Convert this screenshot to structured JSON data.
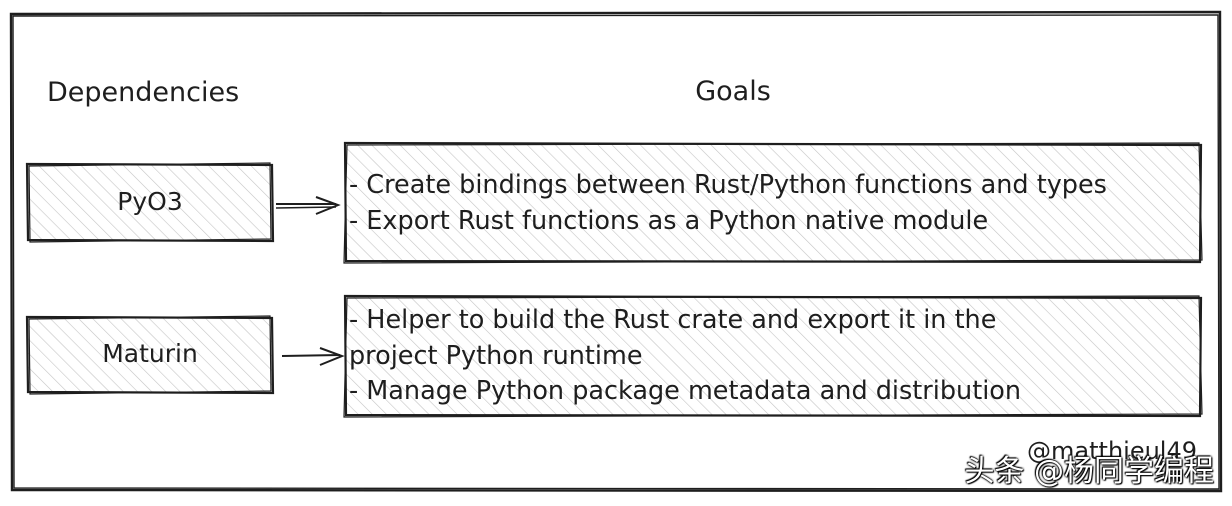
{
  "headers": {
    "dependencies": "Dependencies",
    "goals": "Goals"
  },
  "rows": [
    {
      "dependency": "PyO3",
      "goals": [
        "- Create bindings between Rust/Python functions and types",
        "- Export Rust functions as a Python native module"
      ]
    },
    {
      "dependency": "Maturin",
      "goals": [
        "- Helper to build the Rust crate and export it in the",
        "project Python runtime",
        "- Manage Python package metadata and distribution"
      ]
    }
  ],
  "author_handle": "@matthieul49",
  "watermark": "头条 @杨同学编程",
  "colors": {
    "stroke": "#1e1e1e",
    "hatch": "#bdbdbd",
    "background": "#ffffff"
  }
}
